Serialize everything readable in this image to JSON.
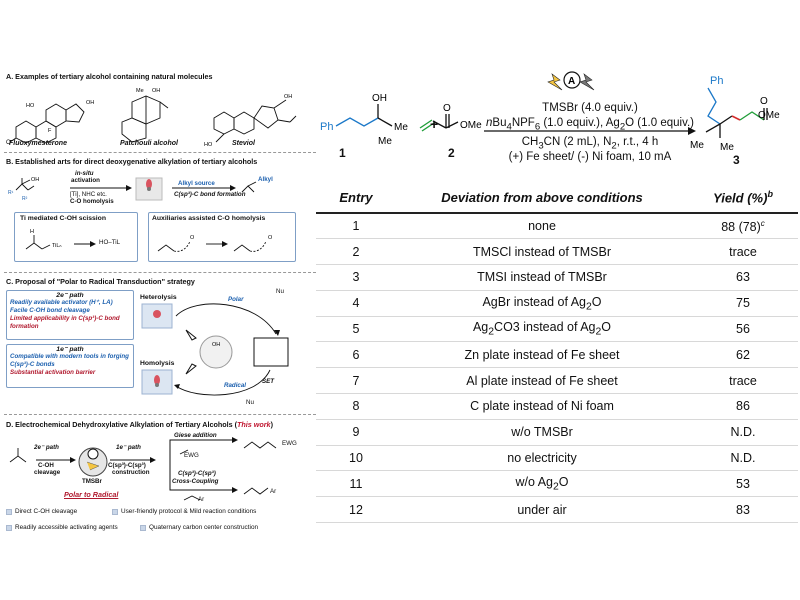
{
  "panel_a": {
    "title": "A. Examples of tertiary alcohol containing natural molecules",
    "molecules": [
      "Fluoxymesterone",
      "Patchouli alcohol",
      "Steviol"
    ]
  },
  "panel_b": {
    "title": "B. Established arts for direct deoxygenative alkylation of tertiary alcohols",
    "step1_top": "in-situ",
    "step1_mid": "activation",
    "step1_reagent": "[Ti], NHC etc.",
    "step1_bottom": "C-O homolysis",
    "step2_top": "Alkyl source",
    "step2_bottom": "C(sp³)-C bond formation",
    "product_label": "Alkyl",
    "box_left_title": "Ti mediated C-OH scission",
    "box_left_species": "HO–TiL",
    "box_right_title": "Auxiliaries assisted C-O homolysis"
  },
  "panel_c": {
    "title": "C. Proposal of \"Polar to Radical Transduction\" strategy",
    "two_e_head": "2e⁻ path",
    "two_e_bullets": [
      "Readily available activator (H⁺, LA)",
      "Facile C-OH bond cleavage",
      "Limited applicability in C(sp³)-C bond formation"
    ],
    "one_e_head": "1e⁻ path",
    "one_e_bullets": [
      "Compatible with modern tools in forging C(sp³)-C bonds",
      "Substantial activation barrier"
    ],
    "heterolysis": "Heterolysis",
    "homolysis": "Homolysis",
    "polar": "Polar",
    "radical": "Radical",
    "set": "SET",
    "nu": "Nu"
  },
  "panel_d": {
    "title_prefix": "D. Electrochemical Dehydroxylative Alkylation of Tertiary Alcohols (",
    "title_highlight": "This work",
    "title_suffix": ")",
    "two_e_path": "2e⁻ path",
    "two_e_desc1": "C-OH",
    "two_e_desc2": "cleavage",
    "reagent": "TMSBr",
    "one_e_path": "1e⁻ path",
    "one_e_desc1": "C(sp³)-C(sp³)",
    "one_e_desc2": "construction",
    "polar_to_radical": "Polar to Radical",
    "giese": "Giese addition",
    "ewg": "EWG",
    "cross1": "C(sp³)-C(sp³)",
    "cross2": "Cross-Coupling",
    "ar": "Ar",
    "features": [
      "Direct C-OH cleavage",
      "User-friendly protocol & Mild reaction conditions",
      "Readily accessible activating agents",
      "Quaternary carbon center construction"
    ]
  },
  "reaction": {
    "compound1": "1",
    "compound2": "2",
    "compound3": "3",
    "plus": "+",
    "condition_lines": [
      "TMSBr (4.0 equiv.)",
      "nBu4NPF6 (1.0 equiv.), Ag2O (1.0 equiv.)",
      "CH3CN (2 mL), N2, r.t., 4 h",
      "(+) Fe sheet/ (-) Ni foam, 10 mA"
    ],
    "label_ph": "Ph",
    "label_oh": "OH",
    "label_me": "Me",
    "label_ome": "OMe",
    "label_o": "O",
    "electrode_letter": "A"
  },
  "table": {
    "headers": {
      "entry": "Entry",
      "deviation": "Deviation from above conditions",
      "yield": "Yield (%)",
      "yield_sup": "b"
    },
    "rows": [
      {
        "entry": "1",
        "deviation": "none",
        "yield": "88 (78)",
        "sup": "c"
      },
      {
        "entry": "2",
        "deviation": "TMSCl instead of TMSBr",
        "yield": "trace"
      },
      {
        "entry": "3",
        "deviation": "TMSI instead of TMSBr",
        "yield": "63"
      },
      {
        "entry": "4",
        "deviation": "AgBr instead of Ag2O",
        "yield": "75"
      },
      {
        "entry": "5",
        "deviation": "Ag2CO3 instead of Ag2O",
        "yield": "56"
      },
      {
        "entry": "6",
        "deviation": "Zn plate instead of Fe sheet",
        "yield": "62"
      },
      {
        "entry": "7",
        "deviation": "Al plate instead of Fe sheet",
        "yield": "trace"
      },
      {
        "entry": "8",
        "deviation": "C plate instead of Ni foam",
        "yield": "86"
      },
      {
        "entry": "9",
        "deviation": "w/o TMSBr",
        "yield": "N.D."
      },
      {
        "entry": "10",
        "deviation": "no electricity",
        "yield": "N.D."
      },
      {
        "entry": "11",
        "deviation": "w/o Ag2O",
        "yield": "53"
      },
      {
        "entry": "12",
        "deviation": "under air",
        "yield": "83"
      }
    ]
  }
}
